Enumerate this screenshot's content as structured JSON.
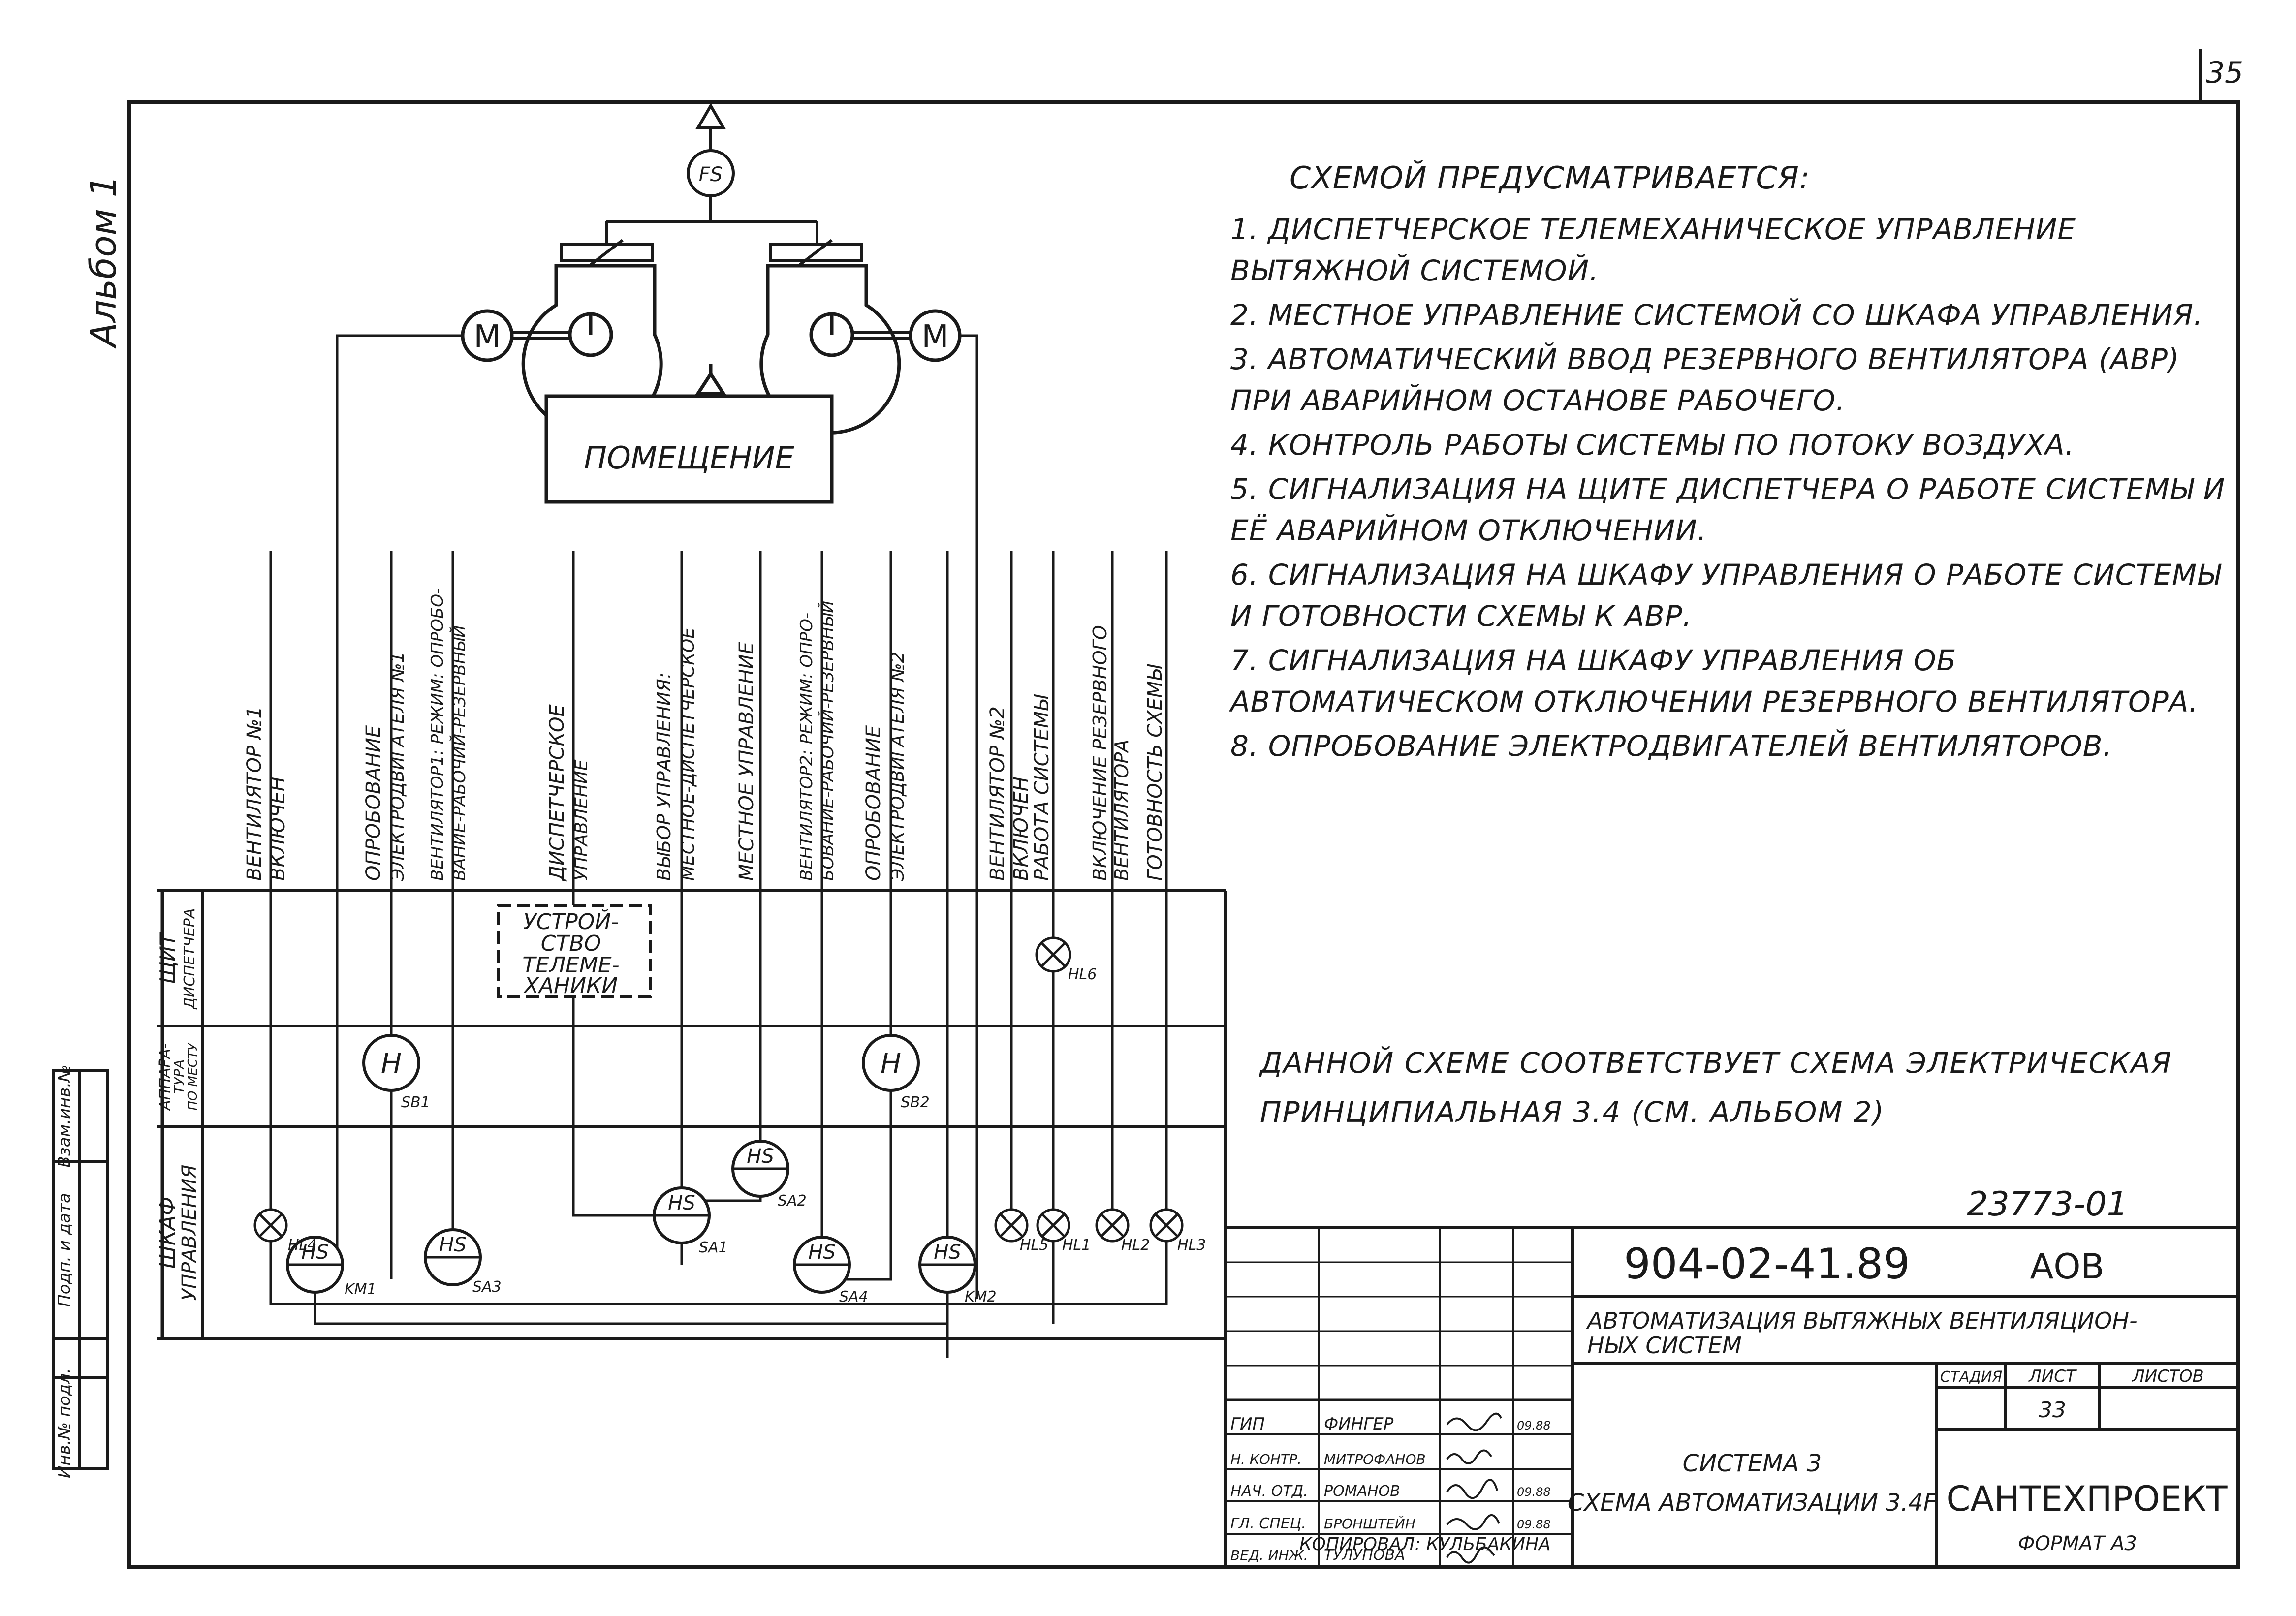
{
  "sheet": {
    "page_number": "35",
    "album": "Альбом 1",
    "left_stamp": [
      "Взам.инв.№",
      "Подп. и дата",
      "Инв.№ подл."
    ]
  },
  "diagram": {
    "fan_sensor": "FS",
    "motor": "M",
    "room": "ПОМЕЩЕНИЕ",
    "telemechanics_device": [
      "УСТРОЙ-",
      "СТВО",
      "ТЕЛЕМЕ-",
      "ХАНИКИ"
    ],
    "rows": [
      [
        "ЩИТ",
        "ДИСПЕТЧЕРА"
      ],
      [
        "АППАРА-",
        "ТУРА",
        "ПО МЕСТУ"
      ],
      [
        "ШКАФ",
        "УПРАВЛЕНИЯ"
      ]
    ],
    "columns": [
      [
        "ВЕНТИЛЯТОР №1",
        "ВКЛЮЧЕН"
      ],
      [
        "ОПРОБОВАНИЕ",
        "ЭЛЕКТРОДВИГАТЕЛЯ №1"
      ],
      [
        "ВЕНТИЛЯТОР1: РЕЖИМ: ОПРОБО-",
        "ВАНИЕ-РАБОЧИЙ-РЕЗЕРВНЫЙ"
      ],
      [
        "ДИСПЕТЧЕРСКОЕ",
        "УПРАВЛЕНИЕ"
      ],
      [
        "ВЫБОР УПРАВЛЕНИЯ:",
        "МЕСТНОЕ-ДИСПЕТЧЕРСКОЕ"
      ],
      [
        "МЕСТНОЕ УПРАВЛЕНИЕ"
      ],
      [
        "ВЕНТИЛЯТОР2: РЕЖИМ: ОПРО-",
        "БОВАНИЕ-РАБОЧИЙ-РЕЗЕРВНЫЙ"
      ],
      [
        "ОПРОБОВАНИЕ",
        "ЭЛЕКТРОДВИГАТЕЛЯ №2"
      ],
      [
        "ВЕНТИЛЯТОР №2",
        "ВКЛЮЧЕН"
      ],
      [
        "РАБОТА СИСТЕМЫ"
      ],
      [
        "ВКЛЮЧЕНИЕ РЕЗЕРВНОГО",
        "ВЕНТИЛЯТОРА"
      ],
      [
        "ГОТОВНОСТЬ СХЕМЫ"
      ]
    ],
    "device_letters": {
      "button": "H",
      "switch": "HS"
    },
    "device_tags": [
      "HL6",
      "SB1",
      "SB2",
      "HL4",
      "KM1",
      "SA3",
      "SA1",
      "SA2",
      "SA4",
      "KM2",
      "HL5",
      "HL1",
      "HL2",
      "HL3"
    ]
  },
  "notes": {
    "heading": "Схемой предусматривается:",
    "items": [
      "1. Диспетчерское телемеханическое управление вытяжной системой.",
      "2. Местное управление системой со шкафа управления.",
      "3. Автоматический ввод резервного вентилятора (АВР) при аварийном останове рабочего.",
      "4. Контроль работы системы по потоку воздуха.",
      "5. Сигнализация на щите диспетчера о работе системы и её аварийном отключении.",
      "6. Сигнализация на шкафу управления о работе системы и готовности схемы к АВР.",
      "7. Сигнализация на шкафу управления об автоматическом отключении резервного вентилятора.",
      "8. Опробование электродвигателей вентиляторов."
    ],
    "correspondence": "Данной схеме соответствует схема электрическая принципиальная 3.4    (см. альбом 2)"
  },
  "title_block": {
    "archive_no": "23773-01",
    "code": "904-02-41.89",
    "suffix": "АОВ",
    "project": [
      "АВТОМАТИЗАЦИЯ ВЫТЯЖНЫХ ВЕНТИЛЯЦИОН-",
      "НЫХ СИСТЕМ"
    ],
    "stage_label": "СТАДИЯ",
    "sheet_label": "ЛИСТ",
    "sheets_label": "ЛИСТОВ",
    "sheet_value": "33",
    "drawing": [
      "СИСТЕМА 3",
      "СХЕМА АВТОМАТИЗАЦИИ 3.4F"
    ],
    "org": "САНТЕХПРОЕКТ",
    "signers": [
      {
        "role": "ГИП",
        "name": "ФИНГЕР",
        "date": "09.88"
      },
      {
        "role": "Н. КОНТР.",
        "name": "МИТРОФАНОВ",
        "date": ""
      },
      {
        "role": "НАЧ. ОТД.",
        "name": "РОМАНОВ",
        "date": "09.88"
      },
      {
        "role": "ГЛ. СПЕЦ.",
        "name": "БРОНШТЕЙН",
        "date": "09.88"
      },
      {
        "role": "ВЕД. ИНЖ.",
        "name": "ТУЛУПОВА",
        "date": ""
      }
    ],
    "copied_by": "КОПИРОВАЛ: КУЛЬБАКИНА",
    "format": "ФОРМАТ А3"
  }
}
